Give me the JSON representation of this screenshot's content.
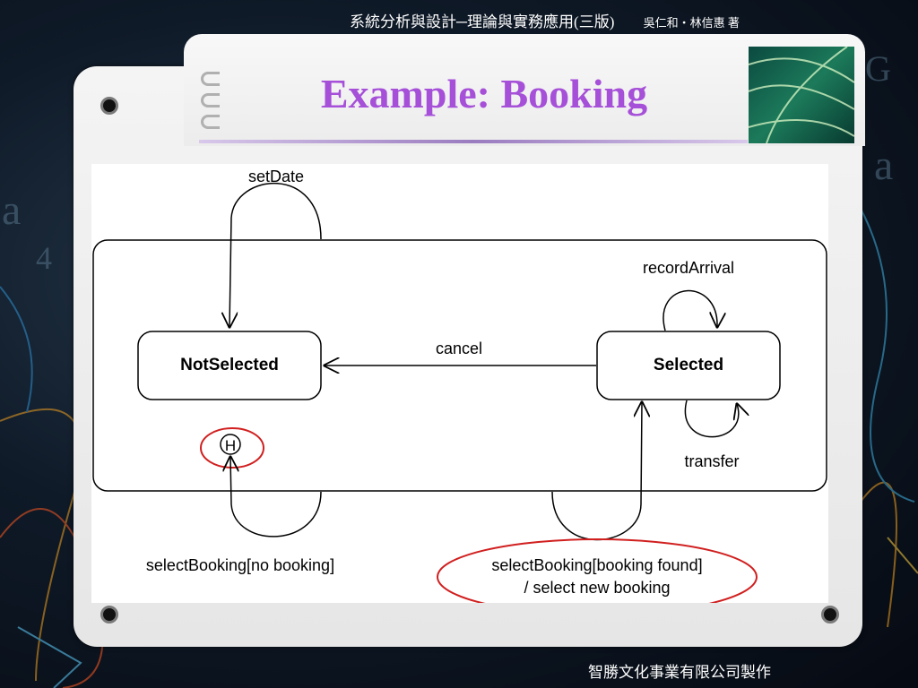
{
  "header": {
    "course_title": "系統分析與設計─理論與實務應用(三版)",
    "authors": "吳仁和‧林信惠 著"
  },
  "slide": {
    "title": "Example: Booking"
  },
  "diagram": {
    "states": {
      "not_selected": "NotSelected",
      "selected": "Selected"
    },
    "transitions": {
      "set_date": "setDate",
      "cancel": "cancel",
      "record_arrival": "recordArrival",
      "transfer": "transfer",
      "select_booking_no_booking": "selectBooking[no booking]",
      "select_booking_found_line1": "selectBooking[booking found]",
      "select_booking_found_line2": "/ select new booking"
    },
    "history_symbol": "H",
    "highlight_color": "#d11f1f"
  },
  "footer": {
    "publisher": "智勝文化事業有限公司製作"
  },
  "colors": {
    "title": "#a64fd8"
  }
}
